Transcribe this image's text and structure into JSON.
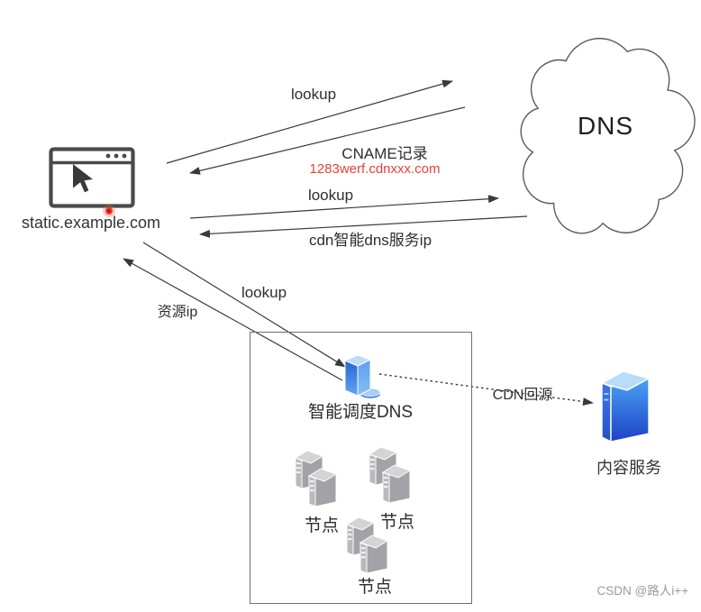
{
  "diagram_title_domain": "static.example.com",
  "labels": {
    "lookup_top": "lookup",
    "cname_record": "CNAME记录",
    "cname_value": "1283werf.cdnxxx.com",
    "lookup_mid": "lookup",
    "cdn_dns_ip": "cdn智能dns服务ip",
    "lookup_bottom": "lookup",
    "resource_ip": "资源ip",
    "cdn_origin": "CDN回源"
  },
  "nodes": {
    "browser": {
      "label": "static.example.com",
      "icon": "browser-window-with-cursor"
    },
    "dns_cloud": {
      "label": "DNS",
      "icon": "cloud-outline"
    },
    "scheduler": {
      "label": "智能调度DNS",
      "icon": "blue-server-with-disk"
    },
    "content_server": {
      "label": "内容服务",
      "icon": "blue-tower-server"
    },
    "edge_nodes": [
      {
        "label": "节点",
        "icon": "gray-server-cluster"
      },
      {
        "label": "节点",
        "icon": "gray-server-cluster"
      },
      {
        "label": "节点",
        "icon": "gray-server-cluster"
      }
    ]
  },
  "watermark": "CSDN @路人i++",
  "colors": {
    "line": "#3a3a3a",
    "cname_red": "#e8403a",
    "browser_border": "#4a4a4a",
    "record_dot_red": "#ee3a2c",
    "icon_blue_light": "#4ba1f4",
    "icon_blue_dark": "#1d41c6",
    "scheduler_top_blue": "#bcdcf8",
    "node_gray_front": "#a3a3a7",
    "node_gray_top": "#d4d4d6",
    "box_border": "#6e6e6e",
    "watermark_gray": "#9b9b9b"
  }
}
